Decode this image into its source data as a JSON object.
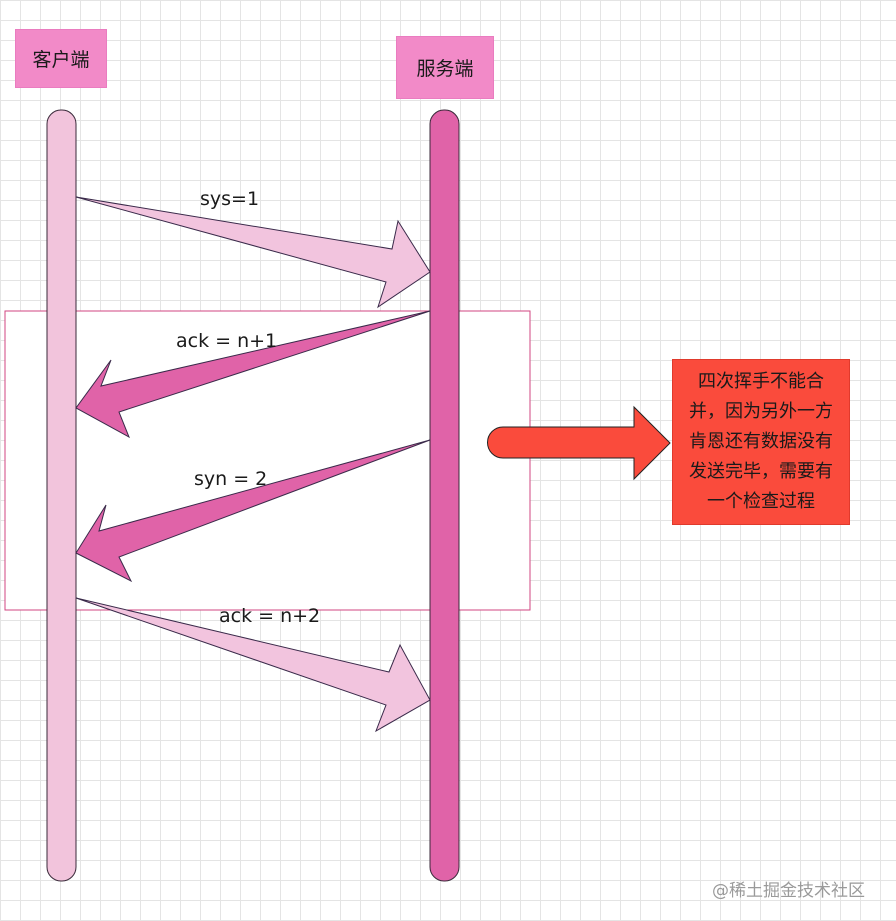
{
  "diagram": {
    "client_label": "客户端",
    "server_label": "服务端",
    "messages": [
      {
        "label": "sys=1",
        "direction": "client-to-server"
      },
      {
        "label": "ack = n+1",
        "direction": "server-to-client"
      },
      {
        "label": "syn = 2",
        "direction": "server-to-client"
      },
      {
        "label": "ack = n+2",
        "direction": "client-to-server"
      }
    ],
    "note": "四次挥手不能合并，因为另外一方肯恩还有数据没有发送完毕，需要有一个检查过程",
    "watermark": "@稀土掘金技术社区"
  },
  "colors": {
    "participant_box": "#f28ac8",
    "client_lifeline": "#f2c4dc",
    "server_lifeline": "#e063a8",
    "light_arrow": "#f2c4de",
    "dark_arrow": "#e063a8",
    "note_fill": "#fa4b3c",
    "frame_border": "#d24680"
  }
}
